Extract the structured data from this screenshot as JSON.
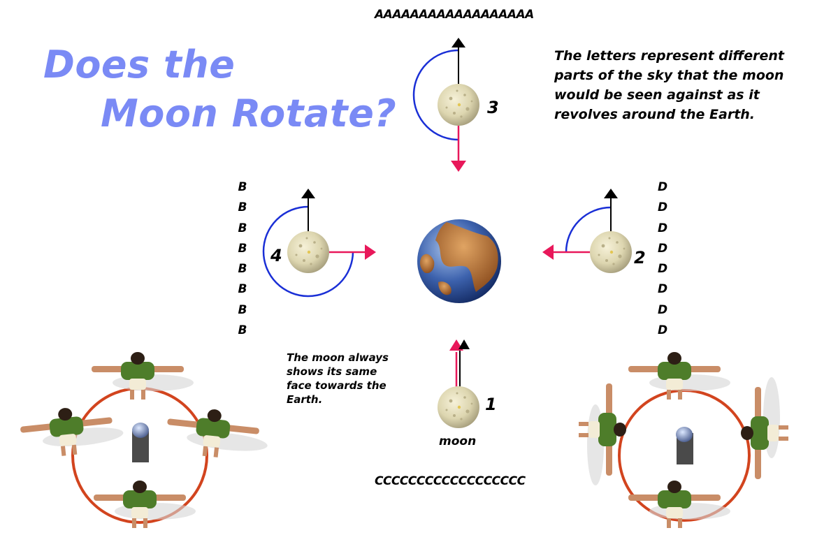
{
  "title": {
    "line1": "Does the",
    "line2": "Moon Rotate?"
  },
  "sky_letters": {
    "top": "AAAAAAAAAAAAAAAAAA",
    "bottom": "CCCCCCCCCCCCCCCCCC",
    "left": [
      "B",
      "B",
      "B",
      "B",
      "B",
      "B",
      "B",
      "B"
    ],
    "right": [
      "D",
      "D",
      "D",
      "D",
      "D",
      "D",
      "D",
      "D"
    ]
  },
  "description": {
    "line1": "The letters represent different",
    "line2": "parts of the sky that the moon",
    "line3": "would be seen against as it",
    "line4": "revolves around the Earth."
  },
  "note": {
    "line1": "The moon always",
    "line2": "shows its same",
    "line3": "face towards the",
    "line4": "Earth."
  },
  "moon_positions": [
    "1",
    "2",
    "3",
    "4"
  ],
  "moon_label": "moon",
  "colors": {
    "title": "#7a8af5",
    "orbit_arc": "#1a2fd6",
    "face_arrow": "#e8185a",
    "up_arrow": "#000000",
    "circle": "#d2441e",
    "shirt": "#4e7d2a"
  }
}
